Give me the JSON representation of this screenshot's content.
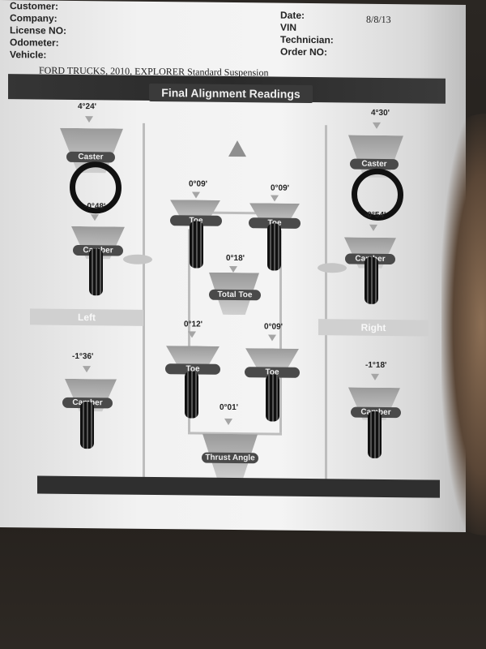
{
  "header": {
    "left_fields": [
      "Customer:",
      "Company:",
      "License NO:",
      "Odometer:",
      "Vehicle:"
    ],
    "right_fields": [
      "Date:",
      "VIN",
      "Technician:",
      "Order NO:"
    ],
    "date_value": "8/8/13",
    "vehicle": "FORD TRUCKS, 2010, EXPLORER Standard Suspension"
  },
  "banner": {
    "title": "Final Alignment Readings"
  },
  "sides": {
    "left": "Left",
    "right": "Right"
  },
  "front_left": {
    "caster": "4°24'",
    "camber": "-0°48'",
    "caster_label": "Caster",
    "camber_label": "Camber"
  },
  "front_right": {
    "caster": "4°30'",
    "camber": "-0°54'",
    "caster_label": "Caster",
    "camber_label": "Camber"
  },
  "front_toe": {
    "left": "0°09'",
    "right": "0°09'",
    "label": "Toe",
    "total": "0°18'",
    "total_label": "Total Toe"
  },
  "rear_toe": {
    "left": "0°12'",
    "right": "0°09'",
    "label": "Toe"
  },
  "rear_left": {
    "camber": "-1°36'",
    "camber_label": "Camber"
  },
  "rear_right": {
    "camber": "-1°18'",
    "camber_label": "Camber"
  },
  "thrust": {
    "value": "0°01'",
    "label": "Thrust Angle"
  },
  "colors": {
    "banner": "#2f2f2f",
    "pill": "#4a4a4a",
    "tire": "#111111"
  }
}
